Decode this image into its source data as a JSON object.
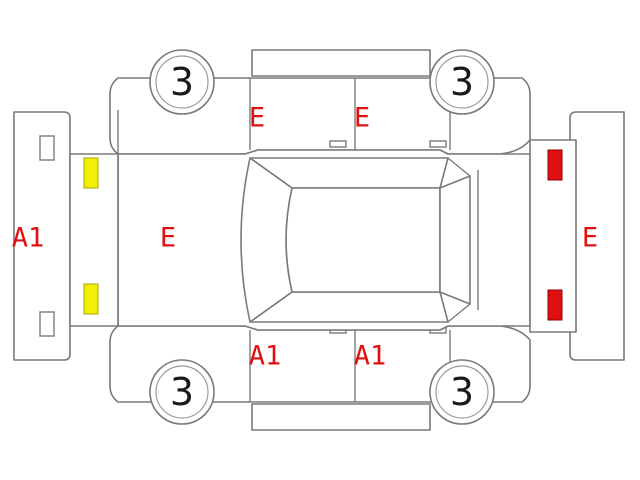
{
  "colors": {
    "code_text": "#e01010",
    "front_lamp": "#f2ef00",
    "rear_lamp": "#e01010",
    "outline": "#7a7a7a"
  },
  "tires": {
    "front_left": "3",
    "rear_left": "3",
    "front_right": "3",
    "rear_right": "3"
  },
  "damage_codes": {
    "front_bumper": "A1",
    "hood": "E",
    "left_front_door": "E",
    "left_rear_door": "E",
    "right_front_door": "A1",
    "right_rear_door": "A1",
    "rear_bumper": "E"
  }
}
